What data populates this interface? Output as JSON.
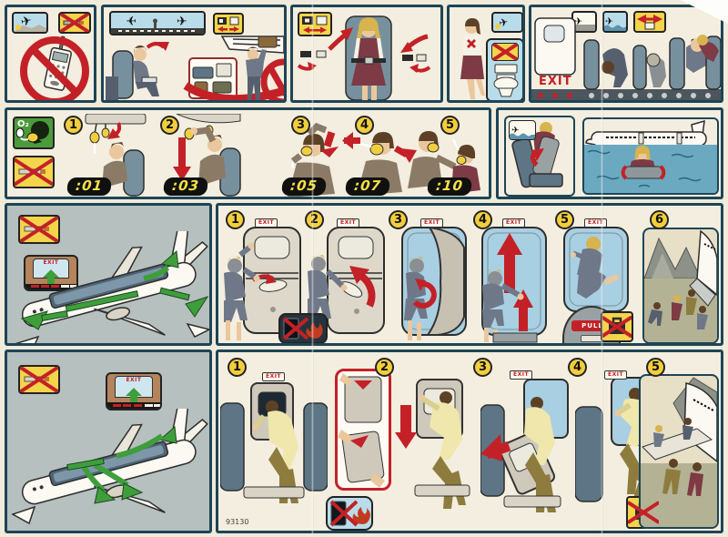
{
  "document": {
    "type": "aircraft-safety-card",
    "card_number": "93130"
  },
  "labels": {
    "exit": "EXIT",
    "pull": "PULL",
    "o2": "O₂"
  },
  "colors": {
    "border_navy": "#1d4556",
    "card_cream": "#f1ebdb",
    "panel_gray": "#b6c0bf",
    "alert_red": "#c32127",
    "exit_green": "#3f9e3c",
    "icon_yellow": "#f4d44a",
    "sky_blue": "#b9dcea",
    "timer_yellow": "#f5e043"
  },
  "oxygen_sequence": {
    "steps": [
      {
        "num": "1",
        "timer": ":01"
      },
      {
        "num": "2",
        "timer": ":03"
      },
      {
        "num": "3",
        "timer": ":05"
      },
      {
        "num": "4",
        "timer": ":07"
      },
      {
        "num": "5",
        "timer": ":10"
      }
    ]
  },
  "door_exit_sequence": {
    "steps": [
      "1",
      "2",
      "3",
      "4",
      "5",
      "6"
    ]
  },
  "overwing_exit_sequence": {
    "steps": [
      "1",
      "2",
      "3",
      "4",
      "5"
    ]
  }
}
